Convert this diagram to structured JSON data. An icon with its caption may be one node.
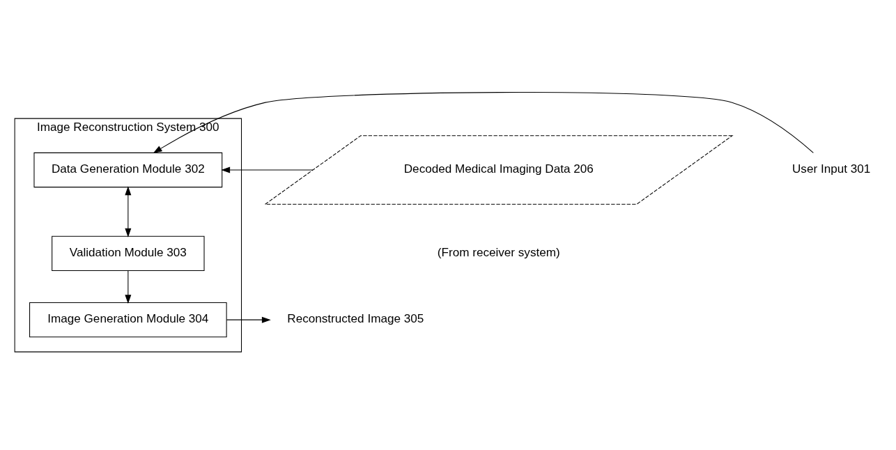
{
  "diagram": {
    "nodes": [
      {
        "text": [
          "Image Reconstruction System 300"
        ]
      },
      {
        "text": [
          "Decoded Medical Imaging Data 206"
        ],
        "beside": [
          "(From receiver system)"
        ]
      },
      {
        "text": [
          "Data Generation Module 302"
        ],
        "in": 0
      },
      {
        "text": [
          "User Input 301"
        ]
      },
      {
        "text": [
          "Validation Module 303"
        ],
        "in": 0
      },
      {
        "text": [
          "Image Generation Module 304"
        ],
        "in": 0
      },
      {
        "text": [
          "Reconstructed Image 305"
        ]
      }
    ],
    "edges": [
      {
        "from": 1,
        "to": 2,
        "arrow": "to"
      },
      {
        "from": 3,
        "to": 2,
        "arrow": "to"
      },
      {
        "from": 2,
        "to": 4,
        "arrow": "both"
      },
      {
        "from": 4,
        "to": 5,
        "arrow": "to"
      },
      {
        "from": 5,
        "to": 6,
        "arrow": "to"
      }
    ]
  }
}
